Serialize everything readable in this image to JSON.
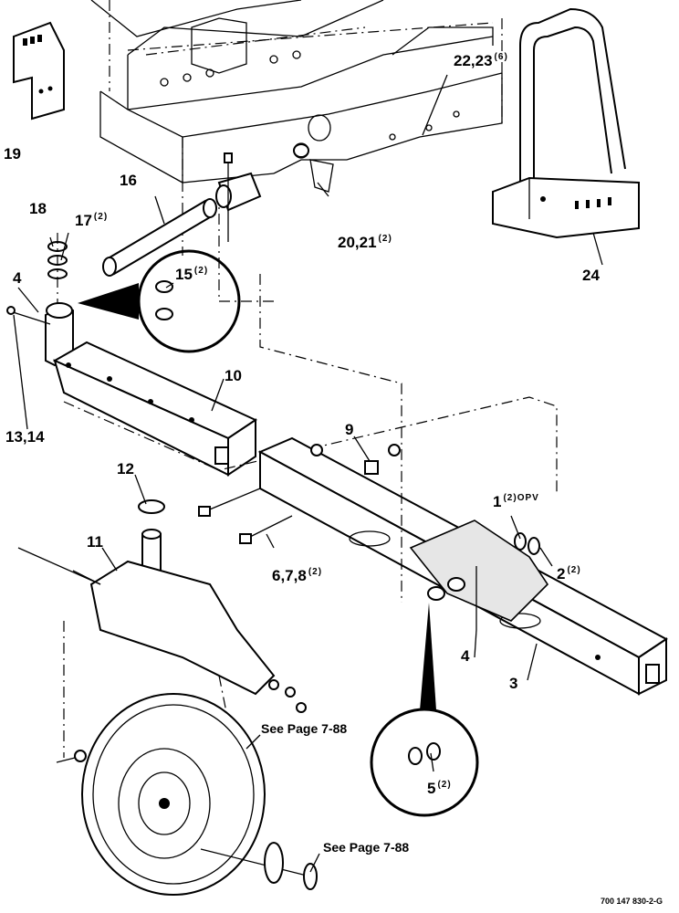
{
  "figure_id": "700 147 830-2-G",
  "callouts": {
    "c1": {
      "num": "1",
      "qty": "(2)OPV"
    },
    "c2": {
      "num": "2",
      "qty": "(2)"
    },
    "c3": {
      "num": "3",
      "qty": ""
    },
    "c4a": {
      "num": "4",
      "qty": ""
    },
    "c4b": {
      "num": "4",
      "qty": ""
    },
    "c5": {
      "num": "5",
      "qty": "(2)"
    },
    "c678": {
      "num": "6,7,8",
      "qty": "(2)"
    },
    "c9": {
      "num": "9",
      "qty": ""
    },
    "c10": {
      "num": "10",
      "qty": ""
    },
    "c11": {
      "num": "11",
      "qty": ""
    },
    "c12": {
      "num": "12",
      "qty": ""
    },
    "c1314": {
      "num": "13,14",
      "qty": ""
    },
    "c15": {
      "num": "15",
      "qty": "(2)"
    },
    "c16": {
      "num": "16",
      "qty": ""
    },
    "c17": {
      "num": "17",
      "qty": "(2)"
    },
    "c18": {
      "num": "18",
      "qty": ""
    },
    "c19": {
      "num": "19",
      "qty": ""
    },
    "c2021": {
      "num": "20,21",
      "qty": "(2)"
    },
    "c2223": {
      "num": "22,23",
      "qty": "(6)"
    },
    "c24": {
      "num": "24",
      "qty": ""
    }
  },
  "references": {
    "wheel_ref": "See Page 7-88",
    "hub_ref": "See Page 7-88"
  }
}
